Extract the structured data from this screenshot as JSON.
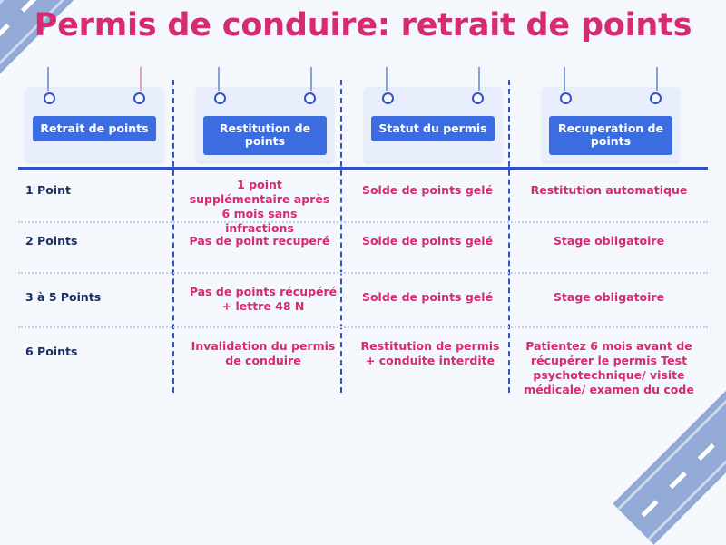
{
  "title": "Permis de conduire: retrait de points",
  "colors": {
    "title": "#d62a72",
    "header_plate": "#3b6ce0",
    "row_label": "#1b2f63",
    "cell_text": "#d62a72",
    "rule": "#2f4fc4",
    "background": "#f4f7fb"
  },
  "table": {
    "headers": [
      "Retrait de points",
      "Restitution de points",
      "Statut du permis",
      "Recuperation de points"
    ],
    "rows": [
      {
        "label": "1 Point",
        "restitution": "1 point supplémentaire après 6 mois sans infractions",
        "statut": "Solde de points gelé",
        "recuperation": "Restitution automatique"
      },
      {
        "label": "2 Points",
        "restitution": "Pas de point recuperé",
        "statut": "Solde de points gelé",
        "recuperation": "Stage obligatoire"
      },
      {
        "label": "3 à 5 Points",
        "restitution": "Pas de points récupéré + lettre 48 N",
        "statut": "Solde de points gelé",
        "recuperation": "Stage obligatoire"
      },
      {
        "label": "6 Points",
        "restitution": "Invalidation du permis de conduire",
        "statut": "Restitution de permis + conduite interdite",
        "recuperation": "Patientez 6 mois avant de récupérer le permis Test psychotechnique/ visite médicale/ examen du code"
      }
    ]
  }
}
